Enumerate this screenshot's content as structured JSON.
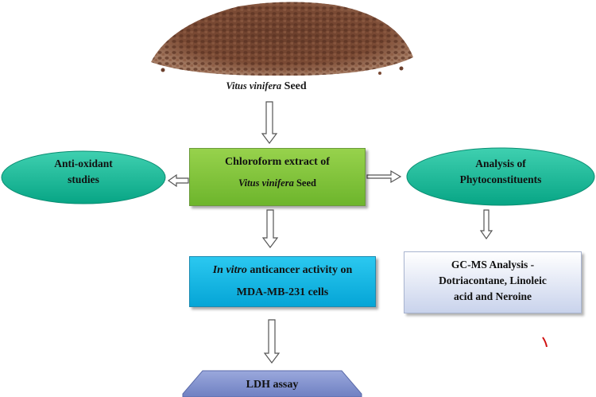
{
  "source": {
    "species": "Vitus vinifera",
    "suffix": "Seed"
  },
  "center_box": {
    "line1": "Chloroform extract of",
    "species": "Vitus vinifera",
    "suffix": "Seed"
  },
  "left_ellipse": {
    "line1": "Anti-oxidant",
    "line2": "studies"
  },
  "right_ellipse": {
    "line1": "Analysis of",
    "line2": "Phytoconstituents"
  },
  "invitro_box": {
    "prefix": "In vitro",
    "rest": "anticancer activity on",
    "line2": "MDA-MB-231 cells"
  },
  "gcms_box": {
    "line1": "GC-MS Analysis -",
    "line2": "Dotriacontane, Linoleic",
    "line3": "acid and Neroine"
  },
  "ldh_box": {
    "label": "LDH assay"
  },
  "colors": {
    "green": "#7cc13a",
    "cyan": "#0fb2e2",
    "teal": "#13b592",
    "hexagon": "#7f8fc9",
    "gcms_grey": "#c9d3ec"
  }
}
